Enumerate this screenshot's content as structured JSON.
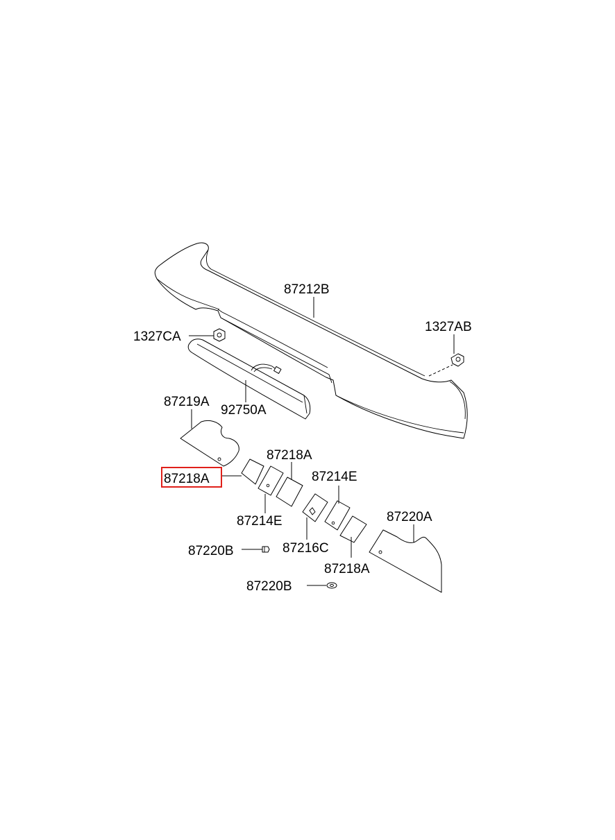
{
  "diagram": {
    "labels": {
      "spoiler": "87212B",
      "nut_right": "1327AB",
      "nut_left": "1327CA",
      "stop_lamp": "92750A",
      "pad_left": "87219A",
      "tape_highlighted": "87218A",
      "tape_upper": "87218A",
      "tape_lower": "87218A",
      "tape_e_left": "87214E",
      "tape_e_right": "87214E",
      "tape_c": "87216C",
      "pad_right": "87220A",
      "bolt_upper": "87220B",
      "bolt_lower": "87220B"
    },
    "highlight_color": "#e0201a"
  }
}
